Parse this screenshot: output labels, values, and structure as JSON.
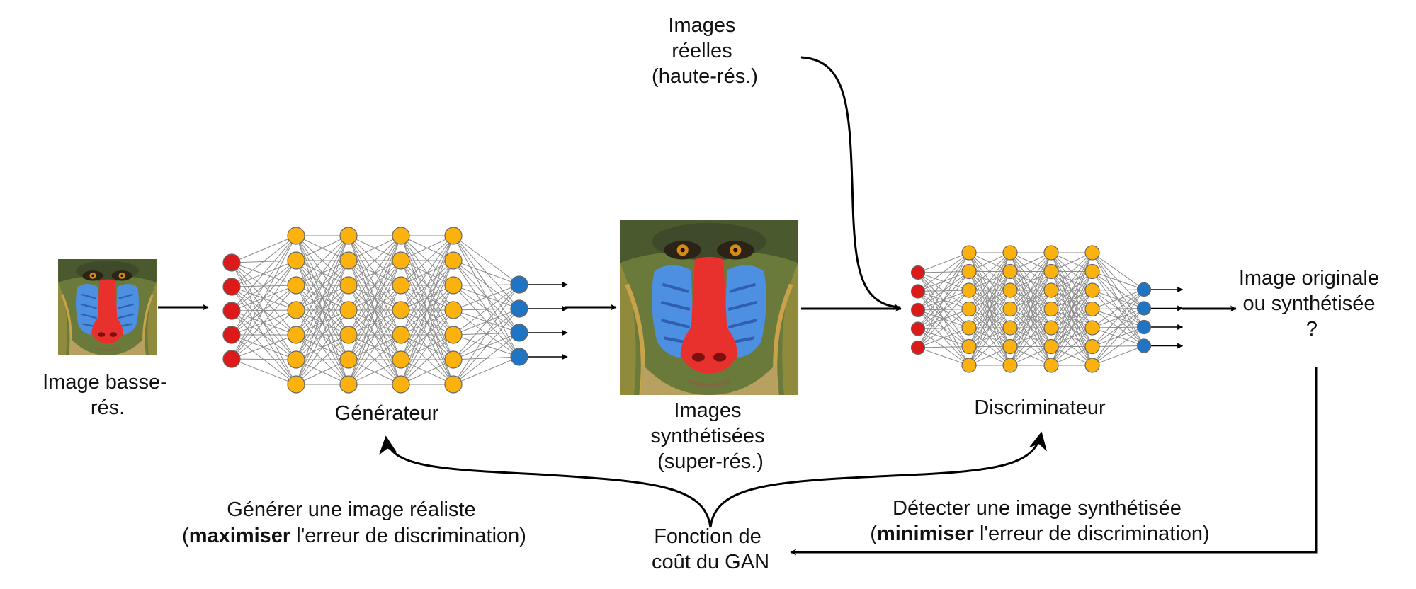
{
  "labels": {
    "low_res_image": [
      "Image basse-",
      "rés."
    ],
    "generator": "Générateur",
    "synthesized_images": [
      "Images",
      "synthétisées",
      "(super-rés.)"
    ],
    "real_images": [
      "Images",
      "réelles",
      "(haute-rés.)"
    ],
    "discriminator": "Discriminateur",
    "decision": [
      "Image originale",
      "ou synthétisée",
      "?"
    ],
    "loss_function": [
      "Fonction de",
      "coût du GAN"
    ],
    "generator_goal": {
      "line1": "Générer une image réaliste",
      "open": "(",
      "bold": "maximiser",
      "rest": " l'erreur de discrimination)"
    },
    "discriminator_goal": {
      "line1": "Détecter une image synthétisée",
      "open": "(",
      "bold": "minimiser",
      "rest": " l'erreur de discrimination)"
    }
  },
  "colors": {
    "input_node": "#dd1a1a",
    "hidden_node": "#fbb10e",
    "output_node": "#1f74c4",
    "arrow": "#000000",
    "connection": "#8a8a8a"
  },
  "networks": {
    "generator": {
      "input_nodes": 5,
      "hidden_layers": 4,
      "hidden_nodes": 7,
      "output_nodes": 4
    },
    "discriminator": {
      "input_nodes": 5,
      "hidden_layers": 4,
      "hidden_nodes": 7,
      "output_nodes": 4
    }
  },
  "icons": {
    "low_res": "mandrill-photo-small-icon",
    "high_res": "mandrill-photo-large-icon"
  }
}
